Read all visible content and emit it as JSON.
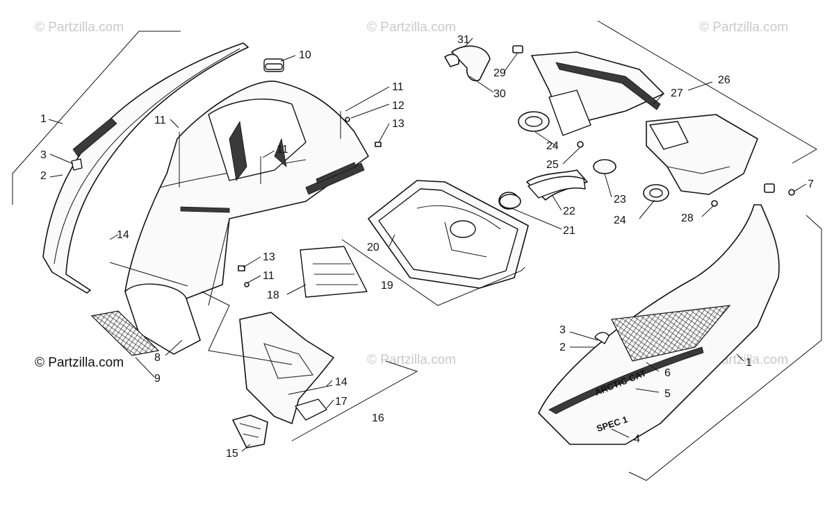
{
  "watermarks": [
    "© Partzilla.com",
    "© Partzilla.com",
    "© Partzilla.com",
    "© Partzilla.com",
    "© Partzilla.com",
    "© Partzilla.com"
  ],
  "decals": {
    "brand": "ARCTIC CAT",
    "model": "SPEC 1"
  },
  "callouts": [
    "1",
    "2",
    "3",
    "4",
    "5",
    "6",
    "7",
    "8",
    "9",
    "10",
    "11",
    "12",
    "13",
    "14",
    "15",
    "16",
    "17",
    "18",
    "19",
    "20",
    "21",
    "22",
    "23",
    "24",
    "25",
    "26",
    "27",
    "28",
    "29",
    "30",
    "31"
  ]
}
